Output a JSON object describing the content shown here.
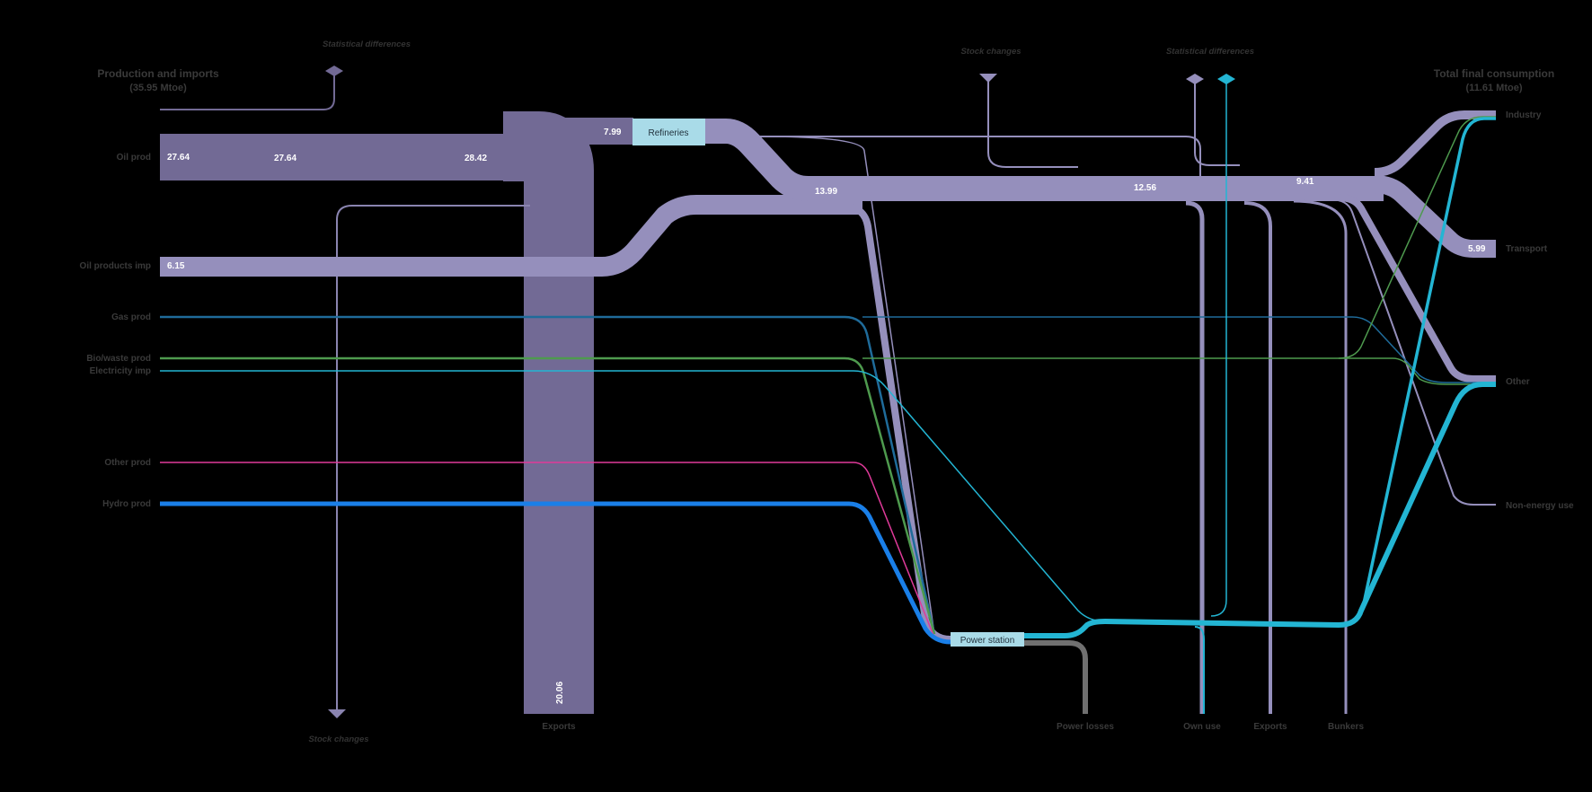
{
  "headers": {
    "left_title": "Production and imports",
    "left_total": "(35.95 Mtoe)",
    "right_title": "Total final consumption",
    "right_total": "(11.61 Mtoe)"
  },
  "sources": {
    "oil_prod": "Oil prod",
    "oil_products_imp": "Oil products imp",
    "gas_prod": "Gas prod",
    "bio_waste_prod": "Bio/waste prod",
    "electricity_imp": "Electricity imp",
    "other_prod": "Other prod",
    "hydro_prod": "Hydro prod"
  },
  "sinks": {
    "industry": "Industry",
    "transport": "Transport",
    "other": "Other",
    "non_energy_use": "Non-energy use"
  },
  "bottom": {
    "stock_changes": "Stock changes",
    "exports_left": "Exports",
    "power_losses": "Power losses",
    "own_use": "Own use",
    "exports_right": "Exports",
    "bunkers": "Bunkers"
  },
  "top": {
    "statistical_differences_left": "Statistical differences",
    "stock_changes": "Stock changes",
    "statistical_differences_right": "Statistical differences"
  },
  "nodes": {
    "refineries": "Refineries",
    "power_station": "Power station"
  },
  "values": {
    "oil_prod_a": "27.64",
    "oil_prod_b": "27.64",
    "oil_prod_c": "28.42",
    "refinery_in": "7.99",
    "oil_products_imp": "6.15",
    "exports_left": "20.06",
    "products_a": "13.99",
    "products_b": "12.56",
    "products_c": "9.41",
    "transport": "5.99"
  },
  "colors": {
    "crude": "#726a95",
    "products": "#958fbc",
    "gas": "#1f6b9a",
    "bio": "#4e9a4e",
    "electricity": "#23b5d3",
    "other_prod": "#e03a9a",
    "hydro": "#1a7fe8",
    "losses": "#707070",
    "node_fill": "#a9dbe8"
  }
}
